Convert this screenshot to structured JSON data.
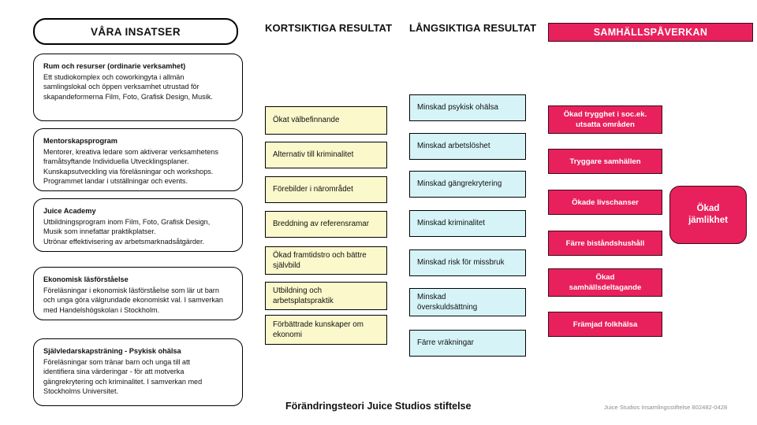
{
  "diagram": {
    "footer_title": "Förändringsteori Juice Studios stiftelse",
    "footer_note": "Juice Studios Insamlingsstiftelse 802482-0428",
    "colors": {
      "pink": "#E8215C",
      "pink_border": "#3D0A1B",
      "yellow": "#FBF8CC",
      "blue": "#D6F4F7",
      "outline": "#000000",
      "footer_note_gray": "#8C8C8C"
    }
  },
  "columns": {
    "inputs": {
      "header": "VÅRA INSATSER",
      "cards": [
        {
          "title": "Rum och resurser  (ordinarie verksamhet)",
          "body": "Ett studiokomplex och coworkingyta i allmän\nsamlingslokal och öppen verksamhet utrustad för\nskapandeformerna Film, Foto, Grafisk Design, Musik."
        },
        {
          "title": "Mentorskapsprogram",
          "body": "Mentorer, kreativa ledare som aktiverar verksamhetens\nframåtsyftande Individuella Utvecklingsplaner.\nKunskapsutveckling via föreläsningar och workshops.\nProgrammet landar i utställningar och events."
        },
        {
          "title": "Juice Academy",
          "body": "Utbildningsprogram inom Film, Foto, Grafisk Design,\nMusik som innefattar praktikplatser.\nUtrönar effektivisering av arbetsmarknadsåtgärder."
        },
        {
          "title": "Ekonomisk läsförståelse",
          "body": "Föreläsningar i ekonomisk läsförståelse som lär ut barn\noch unga göra välgrundade ekonomiskt val. I samverkan\nmed Handelshögskolan i Stockholm."
        },
        {
          "title": "Självledarskapsträning - Psykisk ohälsa",
          "body": "Föreläsningar som tränar barn och unga till att\nidentifiera sina värderingar - för att motverka\ngängrekrytering och kriminalitet. I samverkan med\nStockholms Universitet."
        }
      ]
    },
    "short_term": {
      "header": "KORTSIKTIGA RESULTAT",
      "items": [
        "Ökat välbefinnande",
        "Alternativ till kriminalitet",
        "Förebilder i närområdet",
        "Breddning av referensramar",
        "Ökad framtidstro och bättre\nsjälvbild",
        "Utbildning och\narbetsplatspraktik",
        "Förbättrade kunskaper om\nekonomi"
      ]
    },
    "long_term": {
      "header": "LÅNGSIKTIGA RESULTAT",
      "items": [
        "Minskad psykisk ohälsa",
        "Minskad arbetslöshet",
        "Minskad gängrekrytering",
        "Minskad kriminalitet",
        "Minskad risk för missbruk",
        "Minskad\növerskuldsättning",
        "Färre vräkningar"
      ]
    },
    "impact": {
      "header": "SAMHÄLLSPÅVERKAN",
      "items": [
        "Ökad trygghet i soc.ek.\nutsatta områden",
        "Tryggare samhällen",
        "Ökade livschanser",
        "Färre biståndshushåll",
        "Ökad\nsamhällsdeltagande",
        "Främjad folkhälsa"
      ],
      "highlight": "Ökad\njämlikhet"
    }
  }
}
